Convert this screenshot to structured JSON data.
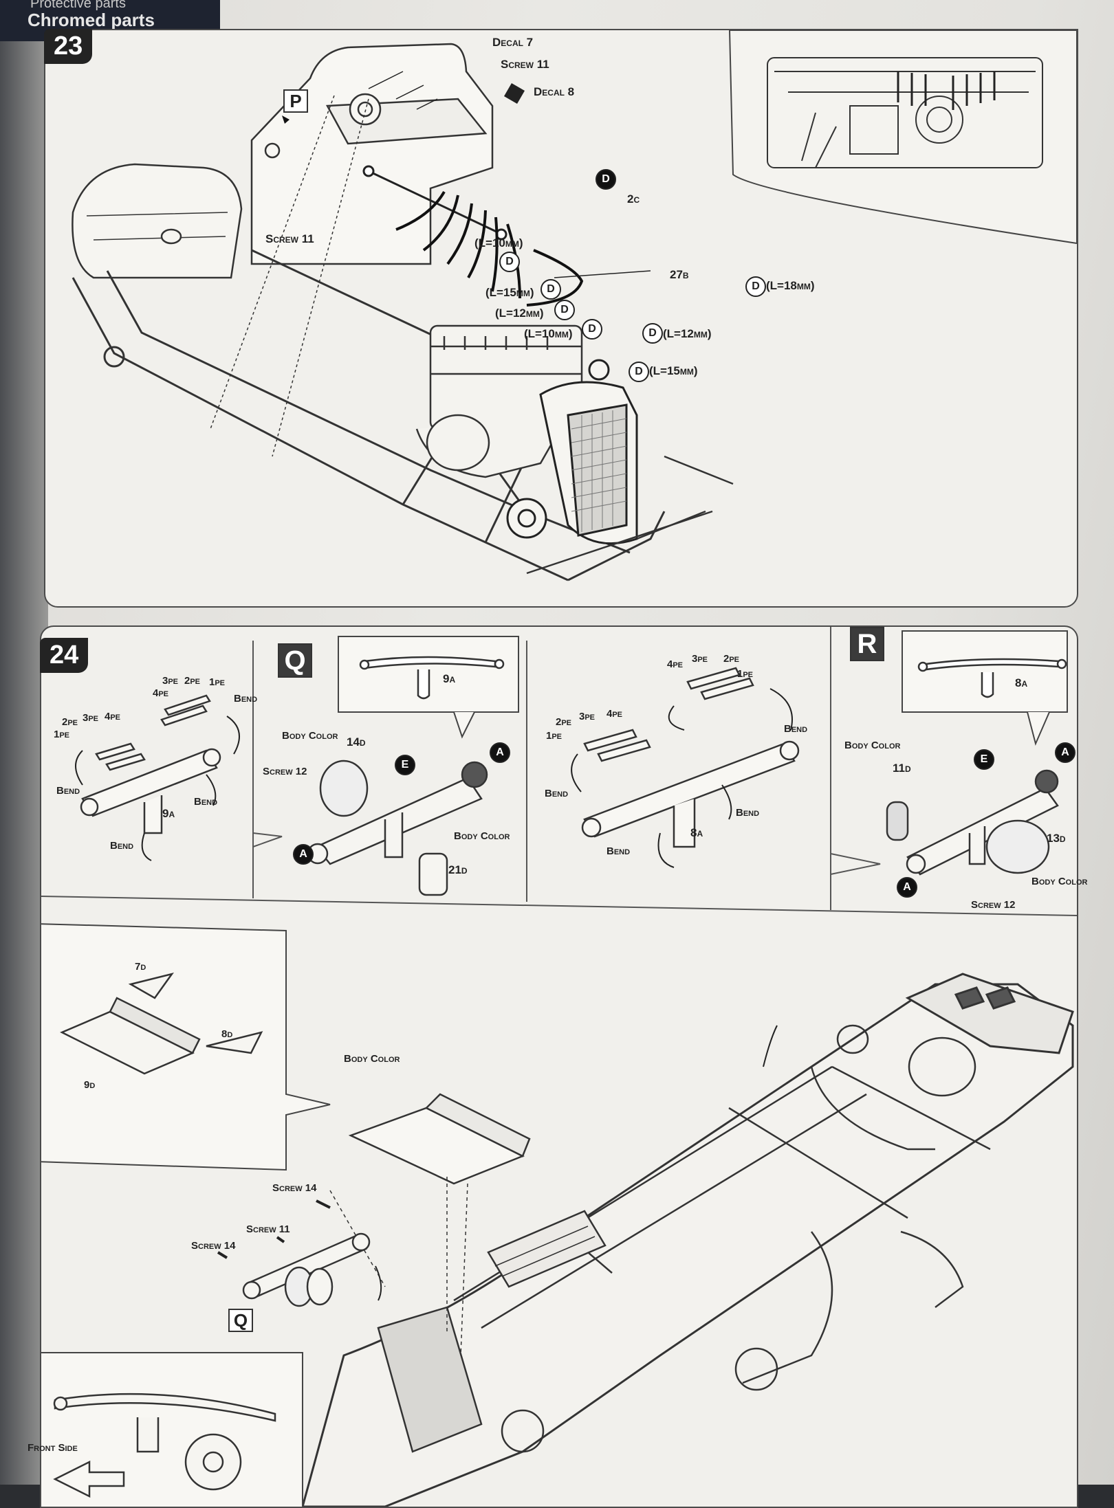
{
  "top_strip": {
    "line1": "Protective parts",
    "line2": "Chromed parts"
  },
  "step23": {
    "number": "23",
    "box_letter": "P",
    "labels": {
      "decal7": "Decal 7",
      "screw11_top": "Screw 11",
      "decal8": "Decal 8",
      "screw11_left": "Screw 11",
      "part2c": "2c",
      "part27b": "27b",
      "d": "D",
      "l10a": "(L=10mm)",
      "l15a": "(L=15mm)",
      "l12a": "(L=12mm)",
      "l10b": "(L=10mm)",
      "l12b": "(L=12mm)",
      "l15b": "(L=15mm)",
      "l18": "(L=18mm)"
    }
  },
  "step24": {
    "number": "24",
    "sub1": {
      "labels": {
        "pe3": "3pe",
        "pe2": "2pe",
        "pe1": "1pe",
        "pe4": "4pe",
        "bend": "Bend",
        "part9a": "9a"
      }
    },
    "sub_q": {
      "box_letter": "Q",
      "part9a": "9a",
      "body_color": "Body Color",
      "part14d": "14d",
      "screw12": "Screw 12",
      "e": "E",
      "a": "A",
      "body_color2": "Body Color",
      "part21d": "21d"
    },
    "sub3": {
      "labels": {
        "pe4": "4pe",
        "pe3": "3pe",
        "pe2": "2pe",
        "pe1": "1pe",
        "bend": "Bend",
        "part8a": "8a"
      }
    },
    "sub_r": {
      "box_letter": "R",
      "part8a": "8a",
      "body_color": "Body Color",
      "part11d": "11d",
      "e": "E",
      "a": "A",
      "part13d": "13d",
      "body_color2": "Body Color",
      "screw12": "Screw 12"
    },
    "lower": {
      "part7d": "7d",
      "part8d": "8d",
      "part9d": "9d",
      "body_color": "Body Color",
      "screw14a": "Screw 14",
      "screw11": "Screw 11",
      "screw14b": "Screw 14",
      "box_letter": "Q",
      "front_side": "Front Side"
    }
  }
}
